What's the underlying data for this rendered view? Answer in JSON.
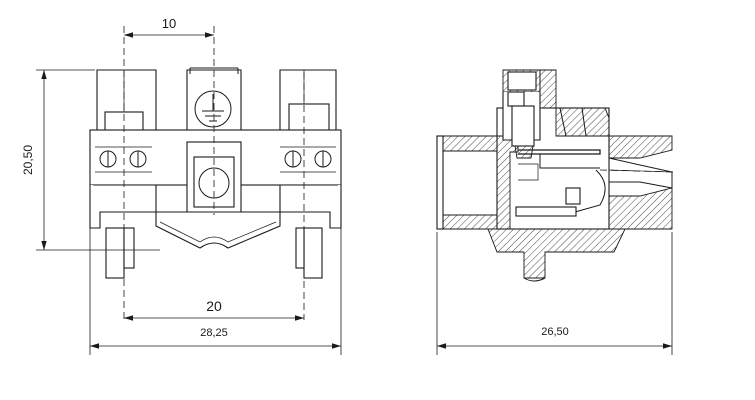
{
  "dimensions": {
    "pin_pitch": "10",
    "height": "20,50",
    "outer_pin_spacing": "20",
    "front_width": "28,25",
    "side_width": "26,50"
  },
  "colors": {
    "line": "#1a1a1a",
    "background": "#ffffff"
  },
  "icons": {
    "ground_symbol": "protective-earth-icon",
    "screw_heads": "slotted-screw-icon"
  }
}
